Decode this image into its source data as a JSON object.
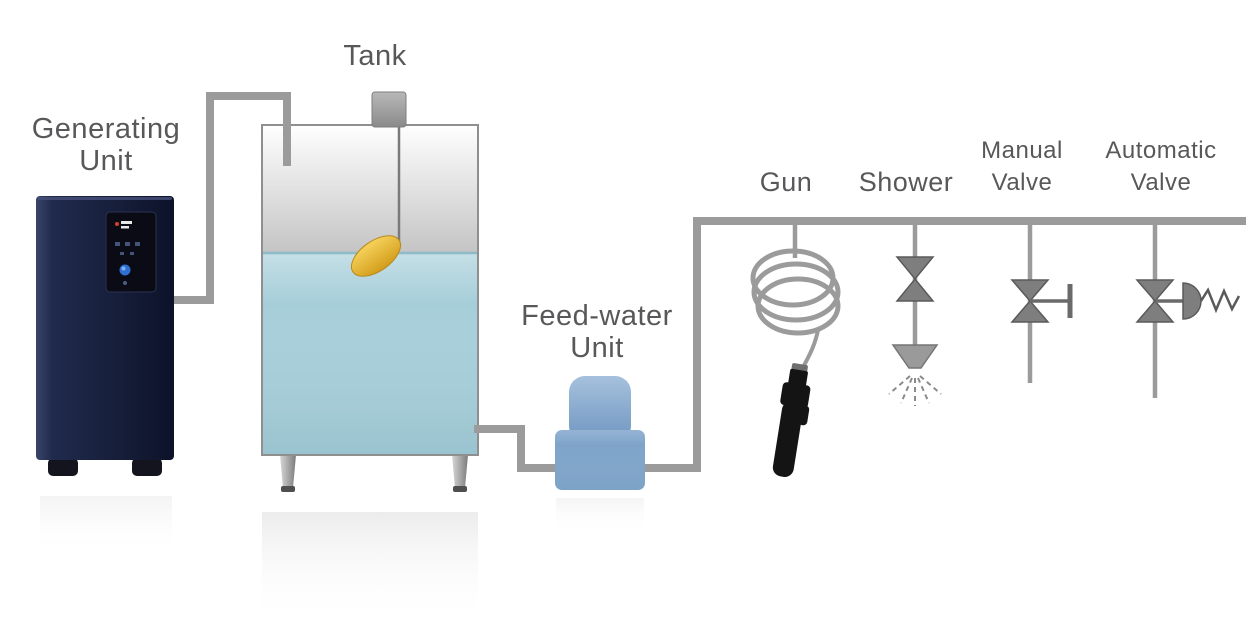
{
  "diagram": {
    "type": "water-supply-system-schematic",
    "components": {
      "generating_unit": {
        "label_line1": "Generating",
        "label_line2": "Unit"
      },
      "tank": {
        "label": "Tank"
      },
      "feed_water_unit": {
        "label_line1": "Feed-water",
        "label_line2": "Unit"
      },
      "gun": {
        "label": "Gun"
      },
      "shower": {
        "label": "Shower"
      },
      "manual_valve": {
        "label_line1": "Manual",
        "label_line2": "Valve"
      },
      "automatic_valve": {
        "label_line1": "Automatic",
        "label_line2": "Valve"
      }
    },
    "colors": {
      "pipe": "#9b9b9b",
      "water": "#a6ced9",
      "valve": "#7e7e7e",
      "valve_outline": "#5a5a5a",
      "label_text": "#58585a",
      "generating_unit_body": "#1b2440",
      "feed_water_unit_body": "#7fa4ca",
      "float": "#e9bb3d",
      "gun_body": "#141414"
    }
  }
}
